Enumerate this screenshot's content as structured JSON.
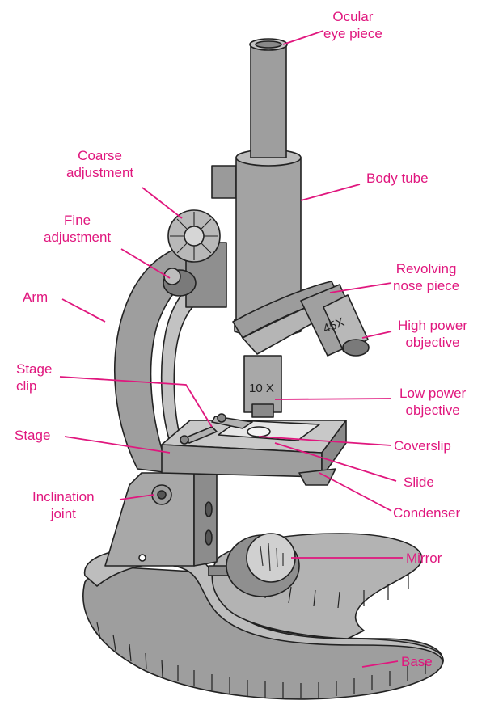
{
  "colors": {
    "label": "#e0177e",
    "metal": "#b3b3b3",
    "metal_dark": "#8c8c8c",
    "outline": "#222222"
  },
  "labels": {
    "ocular": [
      "Ocular",
      "eye piece"
    ],
    "coarse": [
      "Coarse",
      "adjustment"
    ],
    "body_tube": "Body tube",
    "fine": [
      "Fine",
      "adjustment"
    ],
    "revolving": [
      "Revolving",
      "nose piece"
    ],
    "arm": "Arm",
    "high_power": [
      "High power",
      "objective"
    ],
    "stage_clip": [
      "Stage",
      "clip"
    ],
    "low_power": [
      "Low power",
      "objective"
    ],
    "stage": "Stage",
    "coverslip": "Coverslip",
    "slide": "Slide",
    "inclination": [
      "Inclination",
      "joint"
    ],
    "condenser": "Condenser",
    "mirror": "Mirror",
    "base": "Base"
  },
  "objective_marks": {
    "high": "45X",
    "low": "10 X"
  }
}
